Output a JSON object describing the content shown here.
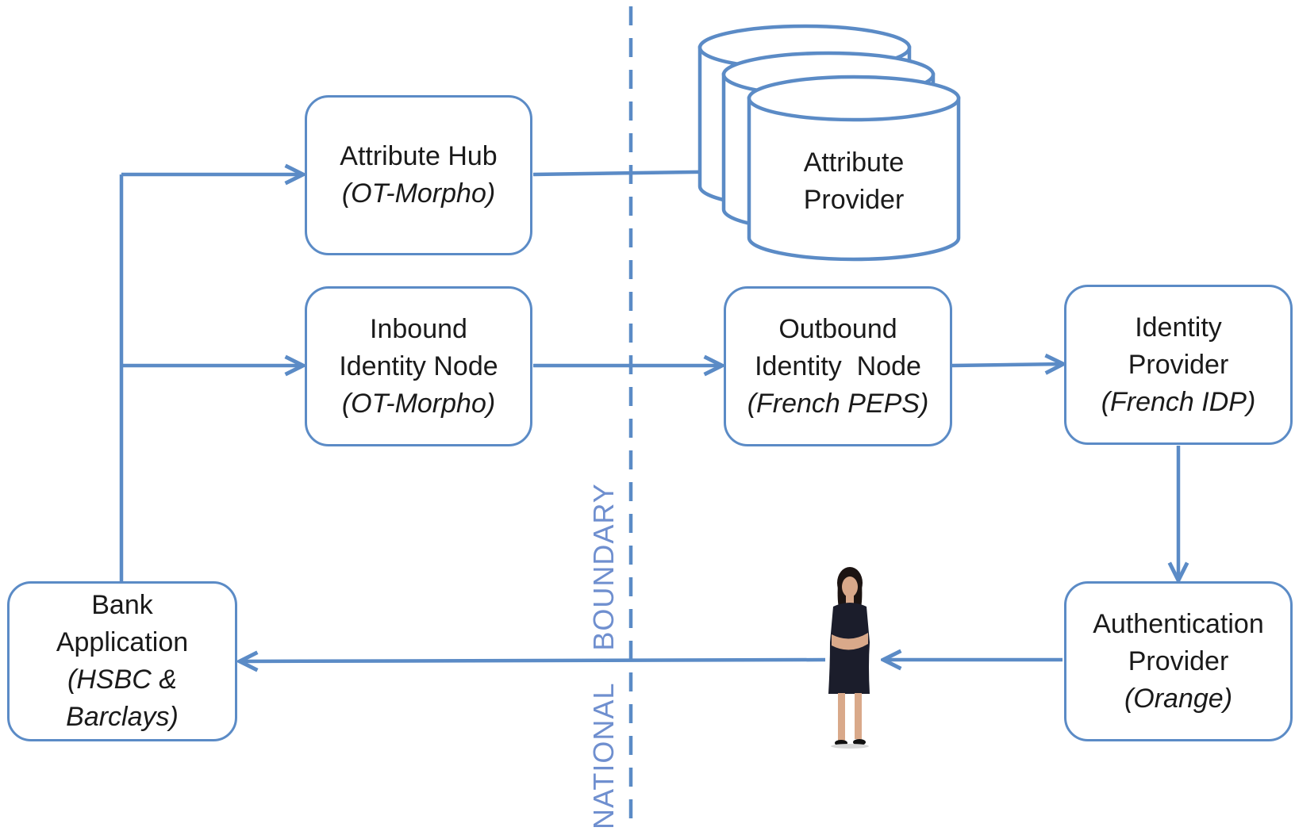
{
  "diagram": {
    "colors": {
      "line": "#5b8bc6",
      "text": "#1a1a1a",
      "boundary_label": "#6f8fcf",
      "background": "#ffffff"
    },
    "nodes": {
      "attribute_hub": {
        "title": "Attribute Hub",
        "subtitle": "(OT-Morpho)"
      },
      "attribute_provider": {
        "line1": "Attribute",
        "line2": "Provider"
      },
      "inbound_node": {
        "line1": "Inbound",
        "line2": "Identity Node",
        "subtitle": "(OT-Morpho)"
      },
      "outbound_node": {
        "line1": "Outbound",
        "line2": "Identity  Node",
        "subtitle": "(French PEPS)"
      },
      "identity_provider": {
        "line1": "Identity",
        "line2": "Provider",
        "subtitle": "(French IDP)"
      },
      "authentication_provider": {
        "line1": "Authentication",
        "line2": "Provider",
        "subtitle": "(Orange)"
      },
      "bank_application": {
        "line1": "Bank",
        "line2": "Application",
        "subtitle1": "(HSBC &",
        "subtitle2": "Barclays)"
      }
    },
    "boundary": {
      "word1": "NATIONAL",
      "word2": "BOUNDARY"
    },
    "user_icon": "person-standing-icon"
  }
}
